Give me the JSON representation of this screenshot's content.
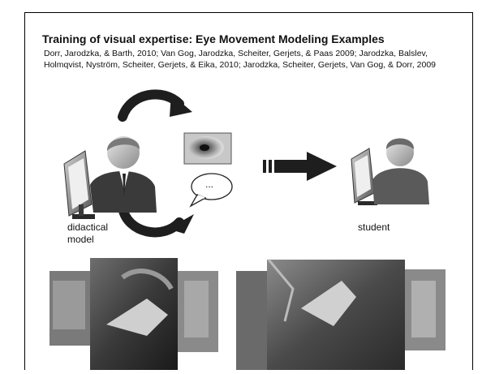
{
  "slide": {
    "title": "Training of visual expertise: Eye Movement Modeling Examples",
    "references": " Dorr, Jarodzka, & Barth, 2010; Van Gog, Jarodzka, Scheiter, Gerjets, & Paas 2009; Jarodzka, Balslev, Holmqvist, Nyström, Scheiter, Gerjets, & Eika, 2010; Jarodzka, Scheiter, Gerjets, Van Gog, & Dorr, 2009",
    "speech_bubble_text": "...",
    "label_model_line1": "didactical",
    "label_model_line2": "model",
    "label_student": "student"
  },
  "icons": [
    "user-at-computer-icon",
    "curved-arrow-icon",
    "eye-tracking-heatmap-icon",
    "speech-bubble-icon",
    "right-arrow-icon"
  ]
}
